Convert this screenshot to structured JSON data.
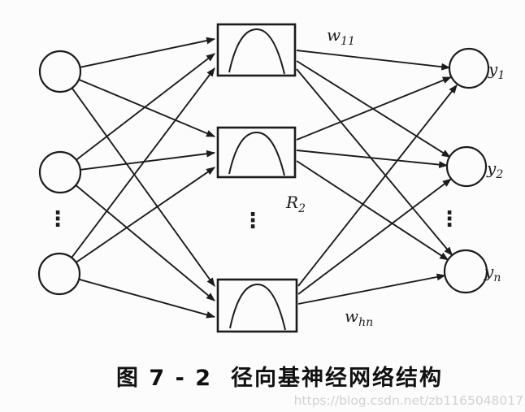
{
  "figure": {
    "caption_number": "图 7 - 2",
    "caption_title": "径向基神经网络结构"
  },
  "watermark": "https://blog.csdn.net/zb1165048017",
  "labels": {
    "w11": {
      "base": "w",
      "sub": "11"
    },
    "whn": {
      "base": "w",
      "sub": "hn"
    },
    "r2": {
      "base": "R",
      "sub": "2"
    },
    "y1": {
      "base": "y",
      "sub": "1"
    },
    "y2": {
      "base": "y",
      "sub": "2"
    },
    "yn": {
      "base": "y",
      "sub": "n"
    },
    "ellipsis": "⋮"
  },
  "diagram": {
    "type": "neural-network",
    "input_nodes_shown": 3,
    "hidden_nodes_shown": 3,
    "output_nodes_shown": 3,
    "hidden_node_glyph": "gaussian-bell-curve"
  },
  "colors": {
    "line": "#1c1c1c",
    "background": "#fcfcfc",
    "watermark_text": "#d2d2d2"
  }
}
